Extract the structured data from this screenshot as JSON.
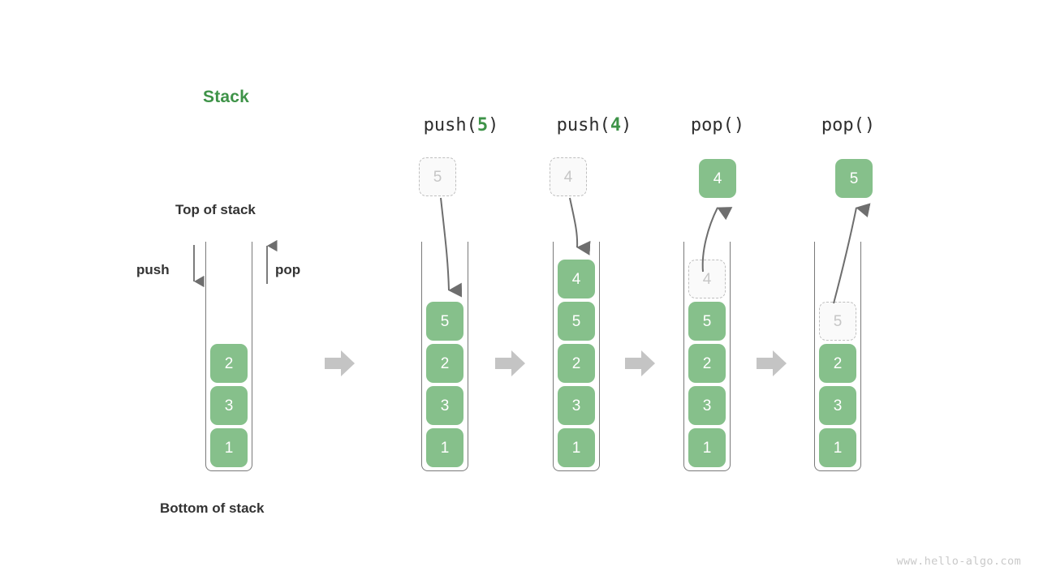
{
  "title": "Stack",
  "labels": {
    "top_of_stack": "Top of stack",
    "bottom_of_stack": "Bottom of stack",
    "push": "push",
    "pop": "pop"
  },
  "colors": {
    "accent_green": "#3e9348",
    "cell_green": "#86c08b",
    "ghost_border": "#bfbfbf",
    "ghost_text": "#c6c6c6",
    "tube_border": "#7a7a7a",
    "flow_arrow": "#c4c4c4",
    "curve_arrow": "#6e6e6e",
    "text_dark": "#333333",
    "watermark": "#c9c9c9"
  },
  "watermark": "www.hello-algo.com",
  "chart_data": {
    "type": "diagram",
    "title": "Stack",
    "description": "Stack push and pop operation sequence",
    "initial_stack": {
      "values_bottom_to_top": [
        "1",
        "3",
        "2"
      ],
      "top_label": "Top of stack",
      "bottom_label": "Bottom of stack",
      "push_label": "push",
      "pop_label": "pop"
    },
    "steps": [
      {
        "op_name": "push",
        "op_arg": "5",
        "header_prefix": "push(",
        "header_suffix": ")",
        "floating_value": "5",
        "floating_state": "ghost",
        "arrow_direction": "down",
        "stack_bottom_to_top": [
          "1",
          "3",
          "2",
          "5"
        ],
        "ghost_in_stack": null
      },
      {
        "op_name": "push",
        "op_arg": "4",
        "header_prefix": "push(",
        "header_suffix": ")",
        "floating_value": "4",
        "floating_state": "ghost",
        "arrow_direction": "down",
        "stack_bottom_to_top": [
          "1",
          "3",
          "2",
          "5",
          "4"
        ],
        "ghost_in_stack": null
      },
      {
        "op_name": "pop",
        "op_arg": "",
        "header_prefix": "pop(",
        "header_suffix": ")",
        "floating_value": "4",
        "floating_state": "filled",
        "arrow_direction": "up",
        "stack_bottom_to_top": [
          "1",
          "3",
          "2",
          "5"
        ],
        "ghost_in_stack": "4"
      },
      {
        "op_name": "pop",
        "op_arg": "",
        "header_prefix": "pop(",
        "header_suffix": ")",
        "floating_value": "5",
        "floating_state": "filled",
        "arrow_direction": "up",
        "stack_bottom_to_top": [
          "1",
          "3",
          "2"
        ],
        "ghost_in_stack": "5"
      }
    ]
  },
  "columns": [
    {
      "header_text": "push(5)",
      "header_prefix": "push(",
      "header_arg": "5",
      "header_suffix": ")",
      "floating": {
        "value": "5",
        "kind": "ghost"
      },
      "cells": [
        {
          "value": "5",
          "kind": "filled"
        },
        {
          "value": "2",
          "kind": "filled"
        },
        {
          "value": "3",
          "kind": "filled"
        },
        {
          "value": "1",
          "kind": "filled"
        }
      ]
    },
    {
      "header_text": "push(4)",
      "header_prefix": "push(",
      "header_arg": "4",
      "header_suffix": ")",
      "floating": {
        "value": "4",
        "kind": "ghost"
      },
      "cells": [
        {
          "value": "4",
          "kind": "filled"
        },
        {
          "value": "5",
          "kind": "filled"
        },
        {
          "value": "2",
          "kind": "filled"
        },
        {
          "value": "3",
          "kind": "filled"
        },
        {
          "value": "1",
          "kind": "filled"
        }
      ]
    },
    {
      "header_text": "pop()",
      "header_prefix": "pop(",
      "header_arg": "",
      "header_suffix": ")",
      "floating": {
        "value": "4",
        "kind": "filled"
      },
      "cells": [
        {
          "value": "4",
          "kind": "ghost"
        },
        {
          "value": "5",
          "kind": "filled"
        },
        {
          "value": "2",
          "kind": "filled"
        },
        {
          "value": "3",
          "kind": "filled"
        },
        {
          "value": "1",
          "kind": "filled"
        }
      ]
    },
    {
      "header_text": "pop()",
      "header_prefix": "pop(",
      "header_arg": "",
      "header_suffix": ")",
      "floating": {
        "value": "5",
        "kind": "filled"
      },
      "cells": [
        {
          "value": "5",
          "kind": "ghost"
        },
        {
          "value": "2",
          "kind": "filled"
        },
        {
          "value": "3",
          "kind": "filled"
        },
        {
          "value": "1",
          "kind": "filled"
        }
      ]
    }
  ],
  "base_stack": {
    "cells": [
      {
        "value": "2",
        "kind": "filled"
      },
      {
        "value": "3",
        "kind": "filled"
      },
      {
        "value": "1",
        "kind": "filled"
      }
    ]
  }
}
